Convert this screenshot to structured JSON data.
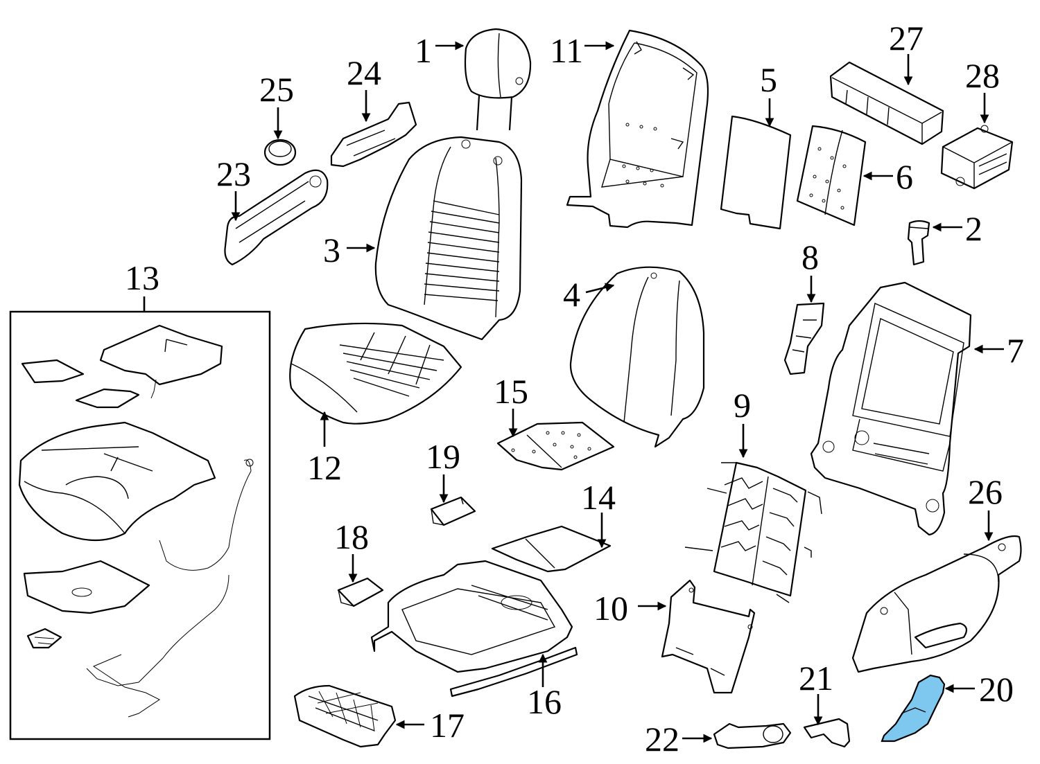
{
  "labels": {
    "l1": "1",
    "l2": "2",
    "l3": "3",
    "l4": "4",
    "l5": "5",
    "l6": "6",
    "l7": "7",
    "l8": "8",
    "l9": "9",
    "l10": "10",
    "l11": "11",
    "l12": "12",
    "l13": "13",
    "l14": "14",
    "l15": "15",
    "l16": "16",
    "l17": "17",
    "l18": "18",
    "l19": "19",
    "l20": "20",
    "l21": "21",
    "l22": "22",
    "l23": "23",
    "l24": "24",
    "l25": "25",
    "l26": "26",
    "l27": "27",
    "l28": "28"
  },
  "highlighted_part": "20",
  "colors": {
    "highlight": "#7ec8ef",
    "line": "#000000",
    "background": "#ffffff"
  }
}
